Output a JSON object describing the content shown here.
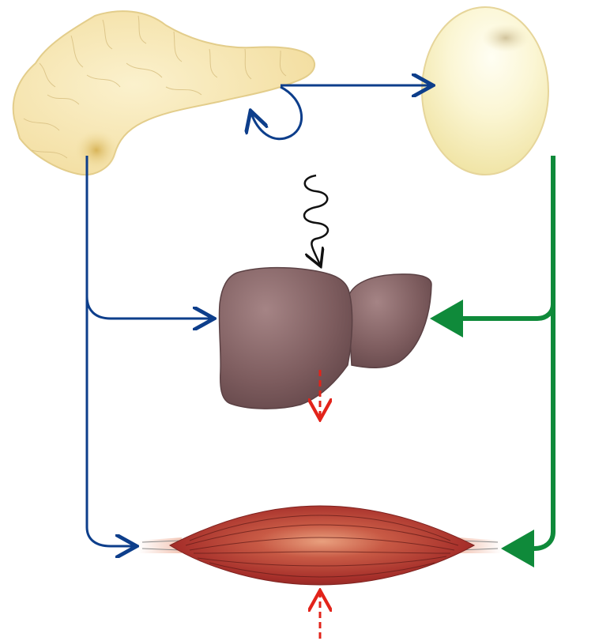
{
  "diagram": {
    "organs": [
      {
        "name": "pancreas"
      },
      {
        "name": "fat-cell"
      },
      {
        "name": "liver"
      },
      {
        "name": "muscle"
      }
    ],
    "colors": {
      "background": "#ffffff",
      "pancreas_fill": "#f7e7b4",
      "fat_cell_fill": "#f8f2c2",
      "liver_fill": "#7d5c5e",
      "muscle_fill": "#b83b35",
      "blue_arrow": "#0d3e8b",
      "green_arrow": "#0f8a3a",
      "black_arrow": "#111111",
      "red_dashed_arrow": "#e2231a"
    },
    "arrows": [
      {
        "name": "pancreas-to-fat-cell",
        "color": "blue_arrow"
      },
      {
        "name": "pancreas-feedback-loop",
        "color": "blue_arrow"
      },
      {
        "name": "pancreas-to-liver",
        "color": "blue_arrow"
      },
      {
        "name": "pancreas-to-muscle",
        "color": "blue_arrow"
      },
      {
        "name": "fat-cell-to-liver",
        "color": "green_arrow"
      },
      {
        "name": "fat-cell-to-muscle",
        "color": "green_arrow"
      },
      {
        "name": "signal-to-liver",
        "color": "black_arrow"
      },
      {
        "name": "liver-output",
        "color": "red_dashed_arrow"
      },
      {
        "name": "muscle-input",
        "color": "red_dashed_arrow"
      }
    ]
  }
}
